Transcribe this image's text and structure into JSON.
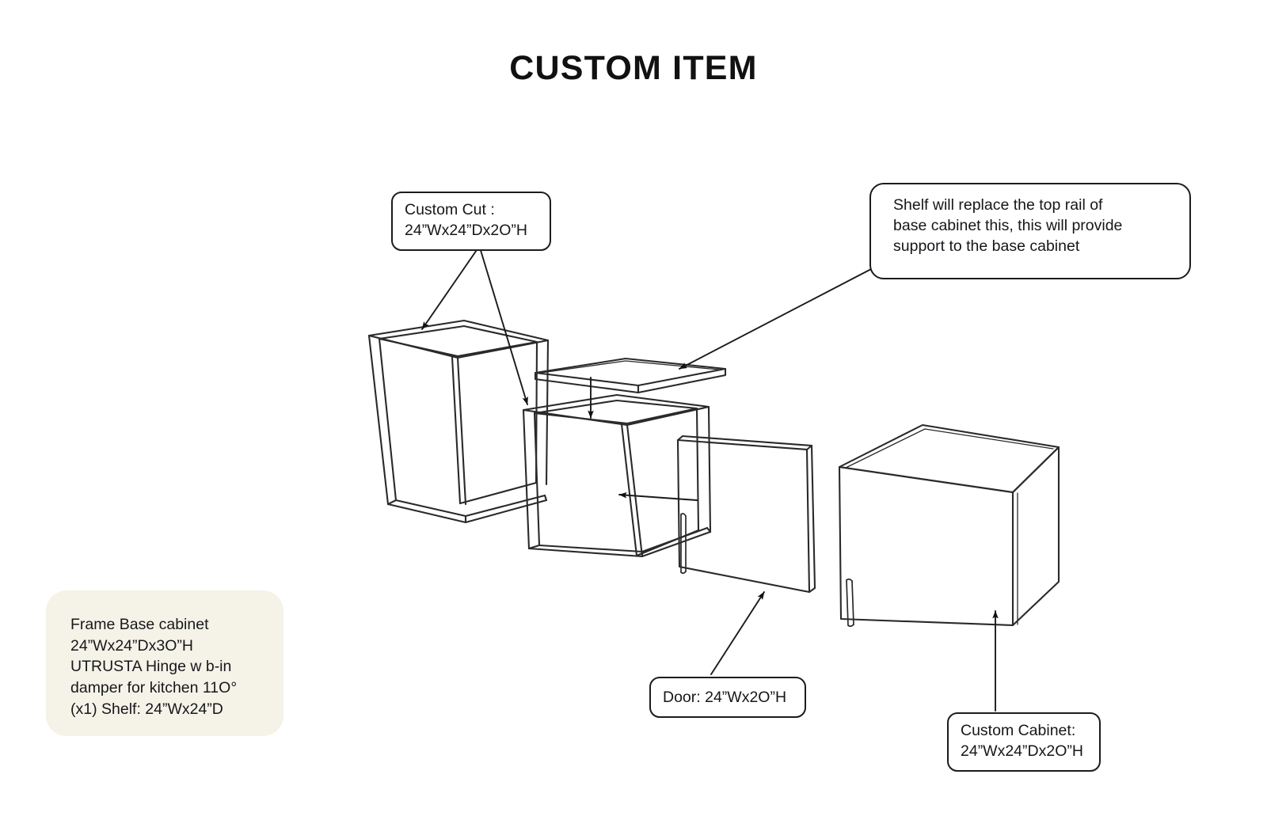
{
  "page": {
    "title": "CUSTOM ITEM",
    "background_color": "#ffffff",
    "line_color": "#1a1a1a"
  },
  "callouts": {
    "custom_cut": {
      "label": "Custom Cut :\n24”Wx24”Dx2O”H",
      "name": "custom-cut-callout"
    },
    "shelf_note": {
      "label": "Shelf will replace the top rail of\nbase cabinet this, this will provide\nsupport to the base cabinet",
      "name": "shelf-note-callout"
    },
    "door": {
      "label": "Door: 24”Wx2O”H",
      "name": "door-callout"
    },
    "custom_cabinet": {
      "label": "Custom Cabinet:\n24”Wx24”Dx2O”H",
      "name": "custom-cabinet-callout"
    }
  },
  "notes": {
    "frame_base": {
      "label": "Frame Base cabinet\n 24”Wx24”Dx3O”H\nUTRUSTA Hinge w b-in\ndamper for kitchen 11O°\n(x1) Shelf: 24”Wx24”D",
      "background_color": "#f5f2e7"
    }
  },
  "parts": [
    {
      "name": "custom-cut-frame-carcass",
      "description": "Tall open cabinet carcass on the left, cut to size"
    },
    {
      "name": "base-cabinet-carcass",
      "description": "Middle open cabinet carcass receiving the shelf"
    },
    {
      "name": "shelf-panel",
      "description": "Flat shelf panel floating above the middle cabinet"
    },
    {
      "name": "door-panel",
      "description": "Cabinet door panel with hinge hardware"
    },
    {
      "name": "assembled-custom-cabinet",
      "description": "Completed cabinet on the right with door mounted"
    }
  ]
}
